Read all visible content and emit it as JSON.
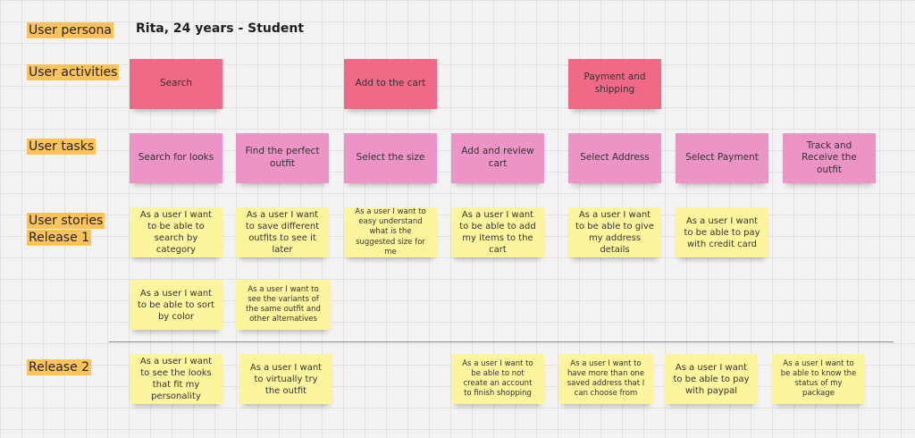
{
  "labels": {
    "persona": "User persona",
    "activities": "User activities",
    "tasks": "User tasks",
    "stories_line1": "User stories",
    "stories_line2": "Release 1",
    "release2": "Release 2"
  },
  "persona_title": "Rita, 24 years - Student",
  "activities": [
    "Search",
    "Add to the cart",
    "Payment and shipping"
  ],
  "tasks": [
    "Search for looks",
    "Find the perfect outfit",
    "Select the size",
    "Add and review cart",
    "Select Address",
    "Select Payment",
    "Track and Receive the outfit"
  ],
  "release1": [
    "As a user I want to be able to search by category",
    "As a user I want to save different outfits to see it later",
    "As a user I want to easy understand what is the suggested size for me",
    "As a user I want to be able to add my items to the cart",
    "As a user I want to be able to give my address details",
    "As a user I want to be able to pay with credit card",
    "As a user I want to be able to sort by color",
    "As a user I want to see the variants of the same outfit and other alternatives"
  ],
  "release2": [
    "As a user I want to see the looks that fit my personality",
    "As a user I want to virtually try the outfit",
    "As a user I want to be able to not create an account to finish shopping",
    "As a user I want to have more than one saved address that I can choose from",
    "As a user I want to be able to pay with paypal",
    "As a user I want to be able to know the status of my package"
  ],
  "colors": {
    "label_bg": "#fcc25c",
    "activity": "#f06a87",
    "task": "#ec94c6",
    "story": "#fdf59d",
    "divider": "#888888"
  }
}
